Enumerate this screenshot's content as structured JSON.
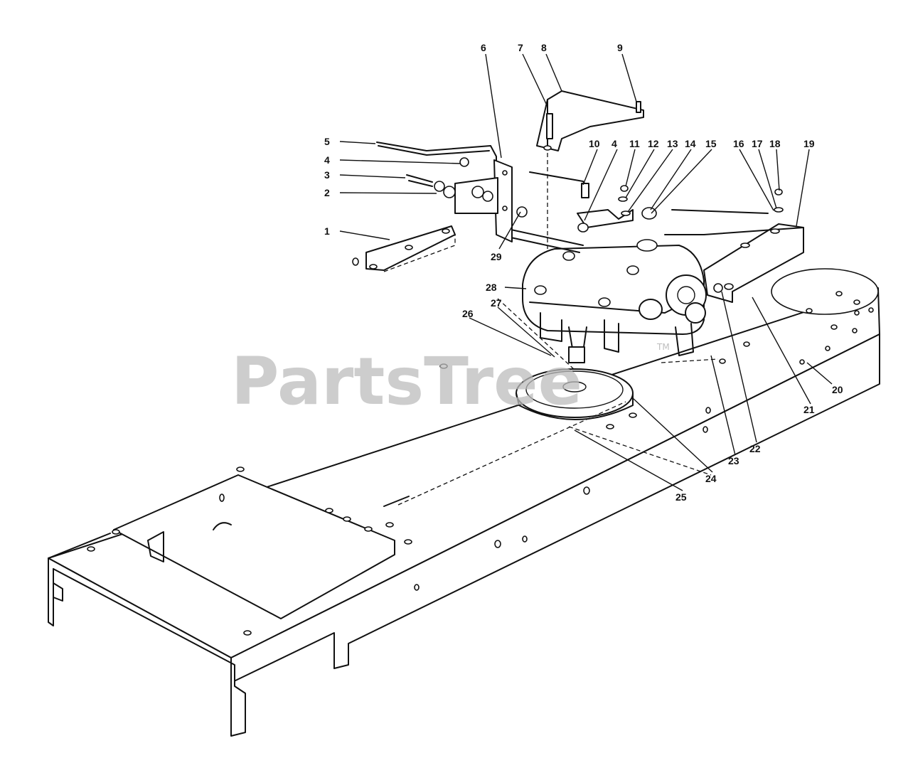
{
  "watermark": {
    "text": "PartsTree",
    "trademark": "TM"
  },
  "callouts": [
    "1",
    "2",
    "3",
    "4",
    "5",
    "6",
    "7",
    "8",
    "9",
    "10",
    "4",
    "11",
    "12",
    "13",
    "14",
    "15",
    "16",
    "17",
    "18",
    "19",
    "20",
    "21",
    "22",
    "23",
    "24",
    "25",
    "26",
    "27",
    "28",
    "29"
  ]
}
